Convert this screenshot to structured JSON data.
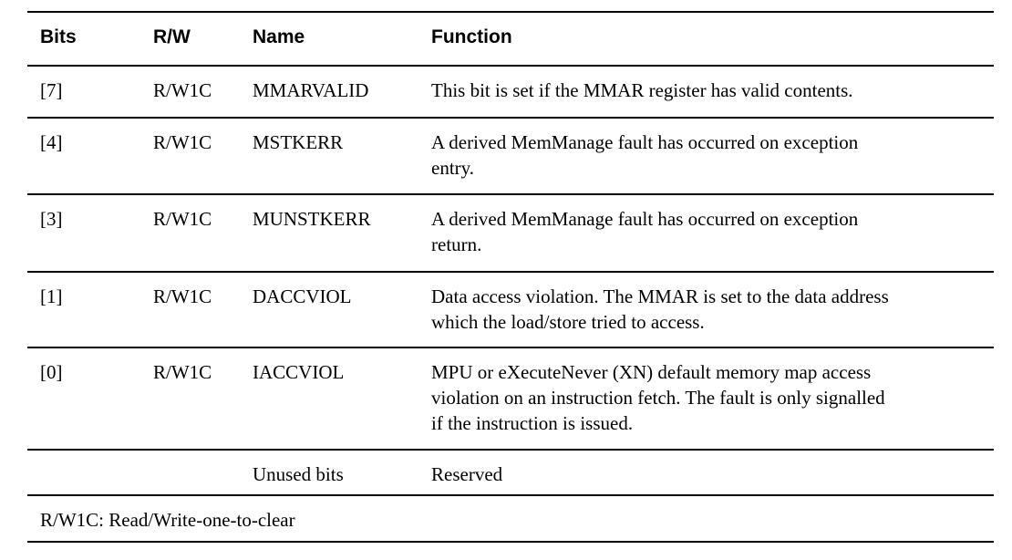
{
  "table": {
    "columns": [
      {
        "label": "Bits"
      },
      {
        "label": "R/W"
      },
      {
        "label": "Name"
      },
      {
        "label": "Function"
      }
    ],
    "rows": [
      {
        "bits": "[7]",
        "rw": "R/W1C",
        "name": "MMARVALID",
        "function_lines": [
          "This bit is set if the MMAR register has valid contents."
        ]
      },
      {
        "bits": "[4]",
        "rw": "R/W1C",
        "name": "MSTKERR",
        "function_lines": [
          "A derived MemManage fault has occurred on exception",
          "entry."
        ]
      },
      {
        "bits": "[3]",
        "rw": "R/W1C",
        "name": "MUNSTKERR",
        "function_lines": [
          "A derived MemManage fault has occurred on exception",
          "return."
        ]
      },
      {
        "bits": "[1]",
        "rw": "R/W1C",
        "name": "DACCVIOL",
        "function_lines": [
          "Data access violation. The MMAR is set to the data address",
          "which the load/store tried to access."
        ]
      },
      {
        "bits": "[0]",
        "rw": "R/W1C",
        "name": "IACCVIOL",
        "function_lines": [
          "MPU or eXecuteNever (XN) default memory map access",
          "violation on an instruction fetch. The fault is only signalled",
          "if the instruction is issued."
        ]
      },
      {
        "bits": "",
        "rw": "",
        "name": "Unused bits",
        "function_lines": [
          "Reserved"
        ]
      }
    ],
    "footnote": "R/W1C: Read/Write-one-to-clear"
  },
  "colors": {
    "rule": "#000000",
    "text": "#000000",
    "background": "#ffffff"
  }
}
